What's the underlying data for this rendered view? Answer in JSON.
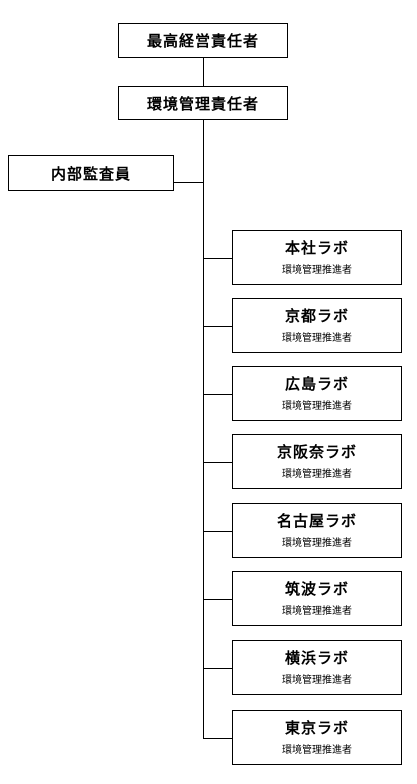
{
  "chart": {
    "top_manager": "最高経営責任者",
    "env_manager": "環境管理責任者",
    "auditor": "内部監査員",
    "labs": [
      {
        "name": "本社ラボ",
        "role": "環境管理推進者"
      },
      {
        "name": "京都ラボ",
        "role": "環境管理推進者"
      },
      {
        "name": "広島ラボ",
        "role": "環境管理推進者"
      },
      {
        "name": "京阪奈ラボ",
        "role": "環境管理推進者"
      },
      {
        "name": "名古屋ラボ",
        "role": "環境管理推進者"
      },
      {
        "name": "筑波ラボ",
        "role": "環境管理推進者"
      },
      {
        "name": "横浜ラボ",
        "role": "環境管理推進者"
      },
      {
        "name": "東京ラボ",
        "role": "環境管理推進者"
      }
    ]
  }
}
